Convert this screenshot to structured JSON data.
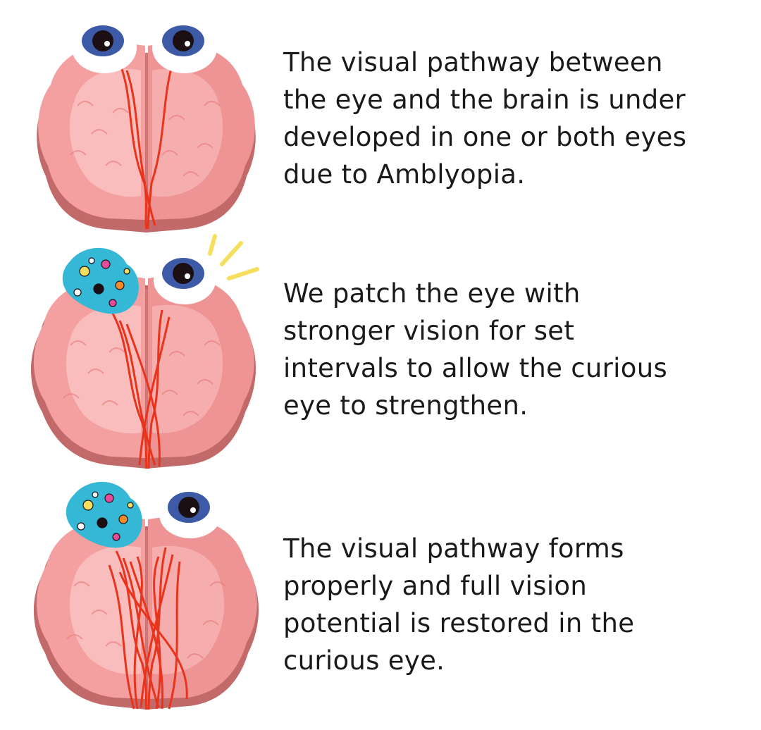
{
  "steps": [
    {
      "state": "normal",
      "patched": false,
      "sparkle": false,
      "pathway_strength": "weak",
      "caption_lines": [
        "The visual pathway between",
        "the eye and the brain is under",
        "developed in one or both eyes",
        "due to Amblyopia."
      ]
    },
    {
      "state": "patched",
      "patched": true,
      "sparkle": true,
      "pathway_strength": "medium",
      "caption_lines": [
        "We patch the eye with",
        "stronger vision for set",
        "intervals to allow the curious",
        "eye to strengthen."
      ]
    },
    {
      "state": "restored",
      "patched": true,
      "sparkle": false,
      "pathway_strength": "strong",
      "caption_lines": [
        "The visual pathway forms",
        "properly and full vision",
        "potential is restored in the",
        "curious eye."
      ]
    }
  ],
  "colors": {
    "brain_light": "#f7a9a9",
    "brain_mid": "#ee8e8e",
    "brain_inner": "#fbc4c4",
    "brain_dark": "#c26a6a",
    "pathway": "#e8341c",
    "iris": "#3d5aa6",
    "pupil": "#1c0f14",
    "patch": "#34b8d6",
    "sparkle": "#f6df5e"
  }
}
